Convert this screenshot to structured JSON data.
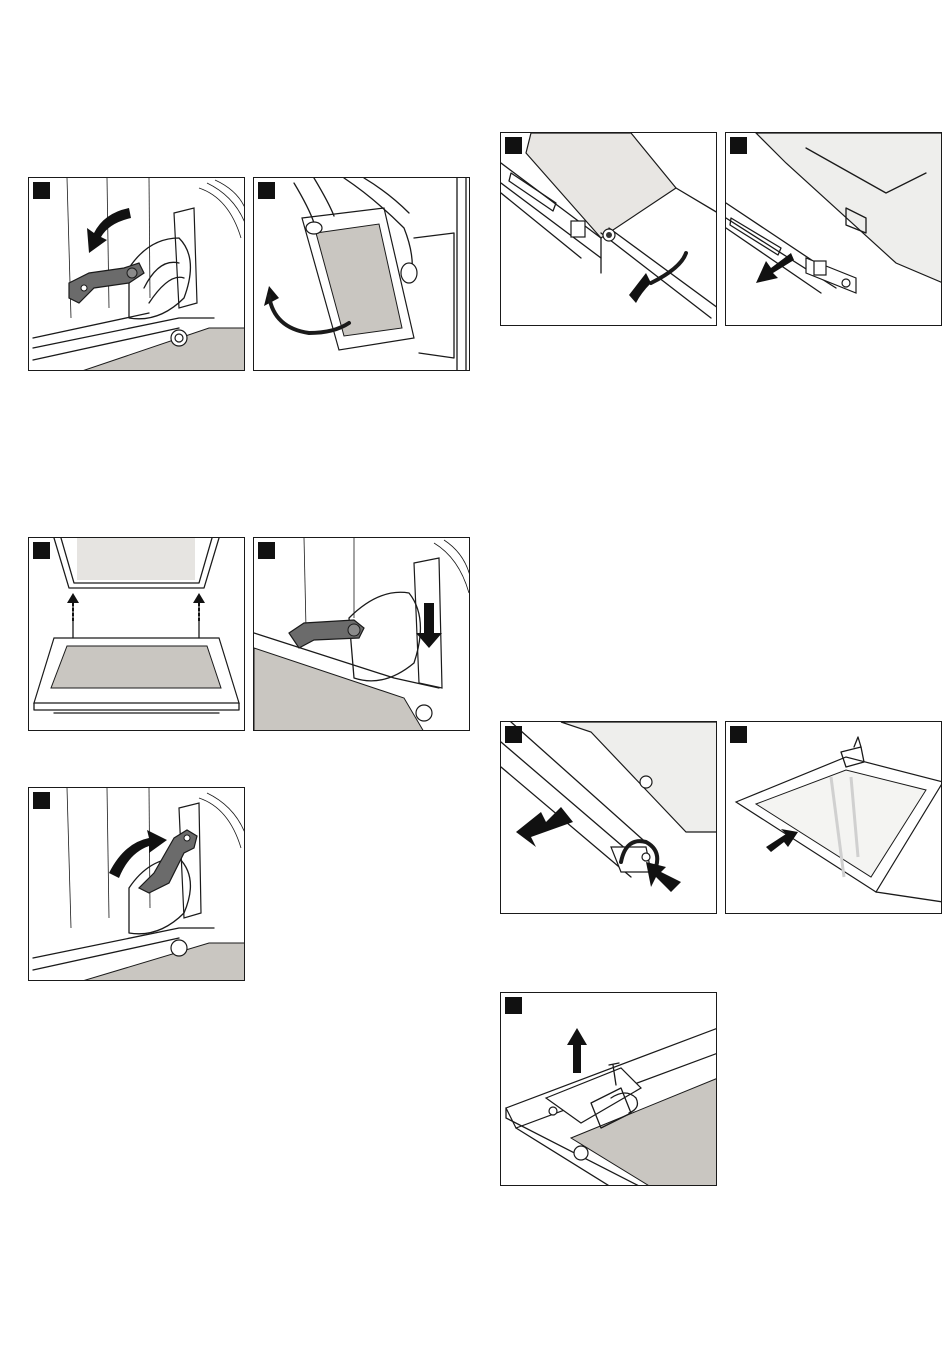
{
  "document": {
    "type": "instruction-illustrations",
    "panels": [
      {
        "id": "left-1",
        "marker_icon": "step-marker-square",
        "depicts": "hinge-lever-fold-down"
      },
      {
        "id": "left-2",
        "marker_icon": "step-marker-square",
        "depicts": "lift-out-door"
      },
      {
        "id": "left-3",
        "marker_icon": "step-marker-square",
        "depicts": "insert-door-hinges"
      },
      {
        "id": "left-4",
        "marker_icon": "step-marker-square",
        "depicts": "hinge-lever-down"
      },
      {
        "id": "left-5",
        "marker_icon": "step-marker-square",
        "depicts": "hinge-lever-fold-up"
      },
      {
        "id": "right-1",
        "marker_icon": "step-marker-square",
        "depicts": "unscrew-cover"
      },
      {
        "id": "right-2",
        "marker_icon": "step-marker-square",
        "depicts": "remove-cover"
      },
      {
        "id": "right-3",
        "marker_icon": "step-marker-square",
        "depicts": "pull-out-strip"
      },
      {
        "id": "right-4",
        "marker_icon": "step-marker-square",
        "depicts": "remove-pane"
      },
      {
        "id": "right-5",
        "marker_icon": "step-marker-square",
        "depicts": "remove-screw"
      }
    ],
    "colors": {
      "frame": "#1a1a1a",
      "marker": "#111111",
      "panel_grey": "#c9c6c1",
      "lever_grey": "#6b6b6b"
    }
  }
}
